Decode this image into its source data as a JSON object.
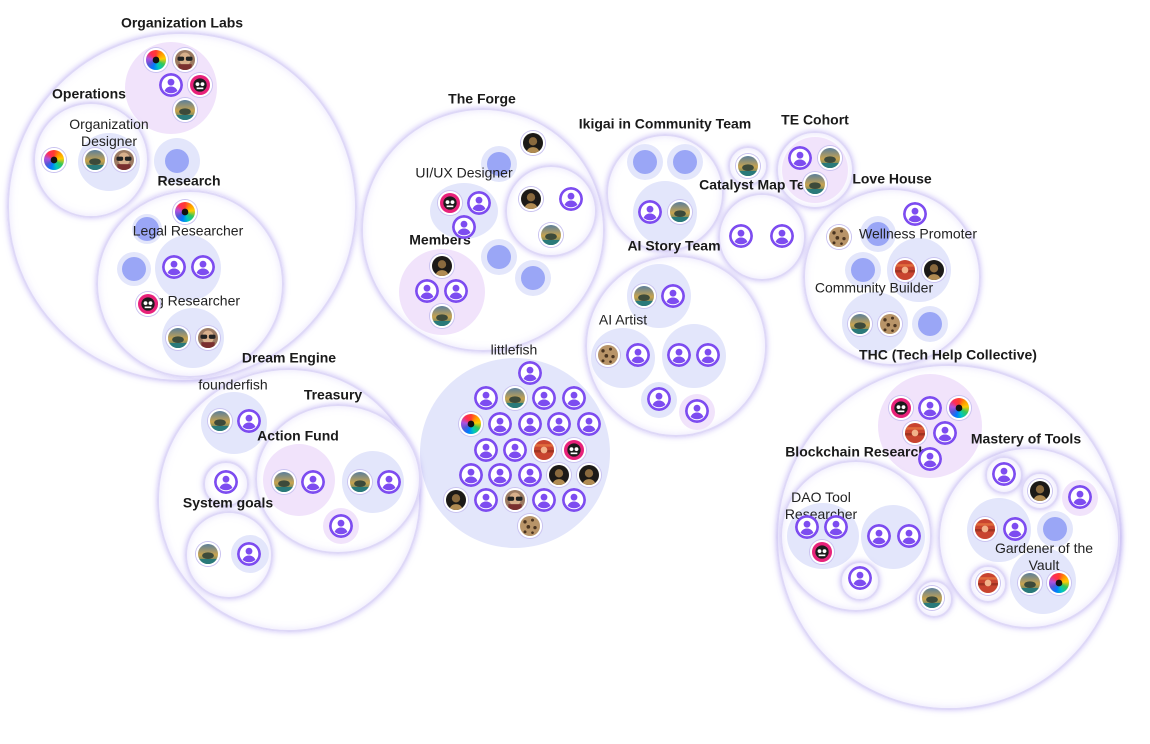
{
  "diagram": {
    "colors": {
      "team_border": "#ded8f7",
      "role_fill": "#e3e6fb",
      "lead_fill": "#f1e3fb",
      "empty_dot": "#9aa6f6",
      "user_icon": "#7d4cf0"
    },
    "labels": {
      "org_labs": "Organization Labs",
      "operations": "Operations",
      "org_designer": "Organization Designer",
      "research": "Research",
      "legal_researcher": "Legal Researcher",
      "g_researcher": "g Researcher",
      "the_forge": "The Forge",
      "uiux_designer": "UI/UX Designer",
      "members": "Members",
      "ikigai": "Ikigai in Community Team",
      "catalyst": "Catalyst Map Team",
      "te_cohort": "TE Cohort",
      "love_house": "Love House",
      "wellness": "Wellness Promoter",
      "community_builder": "Community Builder",
      "ai_story": "AI Story Team",
      "ai_artist": "AI Artist",
      "littlefish": "littlefish",
      "dream_engine": "Dream Engine",
      "founderfish": "founderfish",
      "treasury": "Treasury",
      "action_fund": "Action Fund",
      "system_goals": "System goals",
      "thc": "THC (Tech Help Collective)",
      "blockchain": "Blockchain Research",
      "mastery": "Mastery of Tools",
      "dao_tool": "DAO Tool Researcher",
      "gardener": "Gardener  of the Vault"
    }
  }
}
